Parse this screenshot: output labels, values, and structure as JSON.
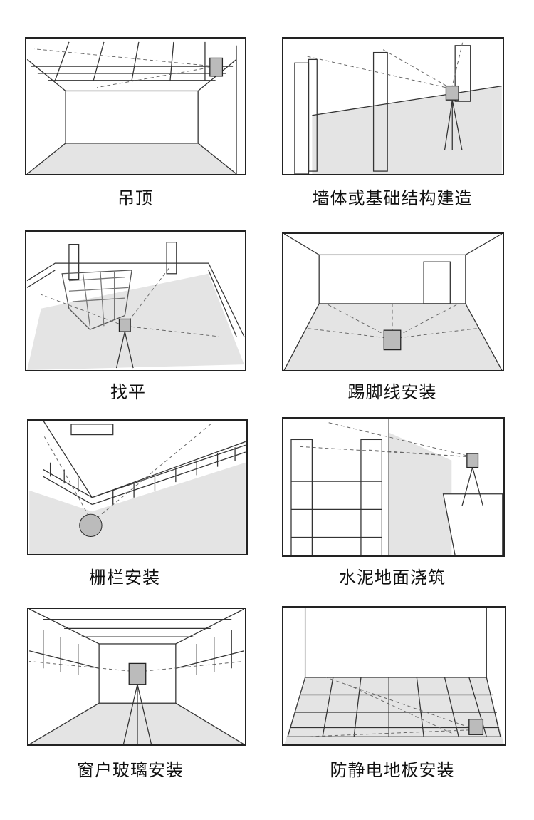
{
  "panels": [
    {
      "id": "ceiling",
      "caption": "吊顶"
    },
    {
      "id": "wall-foundation",
      "caption": "墙体或基础结构建造"
    },
    {
      "id": "leveling",
      "caption": "找平"
    },
    {
      "id": "baseboard",
      "caption": "踢脚线安装"
    },
    {
      "id": "fence",
      "caption": "栅栏安装"
    },
    {
      "id": "concrete-floor",
      "caption": "水泥地面浇筑"
    },
    {
      "id": "window-glass",
      "caption": "窗户玻璃安装"
    },
    {
      "id": "antistatic-floor",
      "caption": "防静电地板安装"
    }
  ]
}
